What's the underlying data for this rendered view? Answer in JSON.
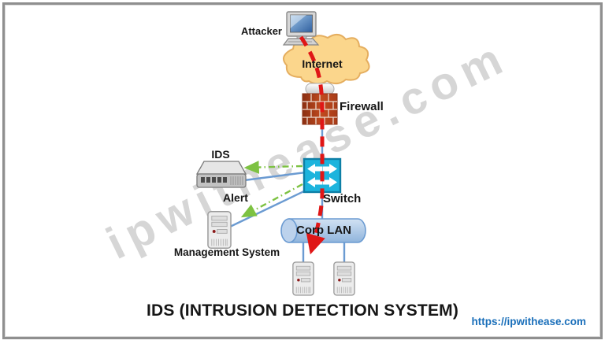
{
  "diagram": {
    "title": "IDS (INTRUSION DETECTION SYSTEM)",
    "watermark": "ipwithease.com",
    "website": "https://ipwithease.com",
    "nodes": {
      "attacker": {
        "label": "Attacker",
        "icon": "desktop-computer-icon"
      },
      "internet": {
        "label": "Internet",
        "icon": "cloud-icon"
      },
      "firewall": {
        "label": "Firewall",
        "icon": "brick-wall-icon"
      },
      "ids": {
        "label": "IDS",
        "icon": "network-appliance-icon"
      },
      "switch": {
        "label": "Switch",
        "icon": "switch-arrows-icon"
      },
      "management_system": {
        "label": "Management System",
        "icon": "server-tower-icon"
      },
      "corp_lan": {
        "label": "Corp LAN",
        "icon": "lan-cylinder-icon"
      },
      "lan_server_1": {
        "label": "",
        "icon": "server-tower-icon"
      },
      "lan_server_2": {
        "label": "",
        "icon": "server-tower-icon"
      }
    },
    "annotations": {
      "alert": {
        "label": "Alert"
      }
    },
    "colors": {
      "attack_path": "#e01616",
      "link": "#6b9bd2",
      "alert_link": "#7dc242",
      "switch_fill": "#1db4dd",
      "switch_border": "#0e7fa6",
      "cloud_fill": "#fbd68c",
      "cloud_border": "#e5ae5f",
      "brick": "#b2431f",
      "lan_fill": "#aec9e8",
      "url_color": "#1a6fba",
      "frame_border": "#8f8f8f"
    }
  }
}
